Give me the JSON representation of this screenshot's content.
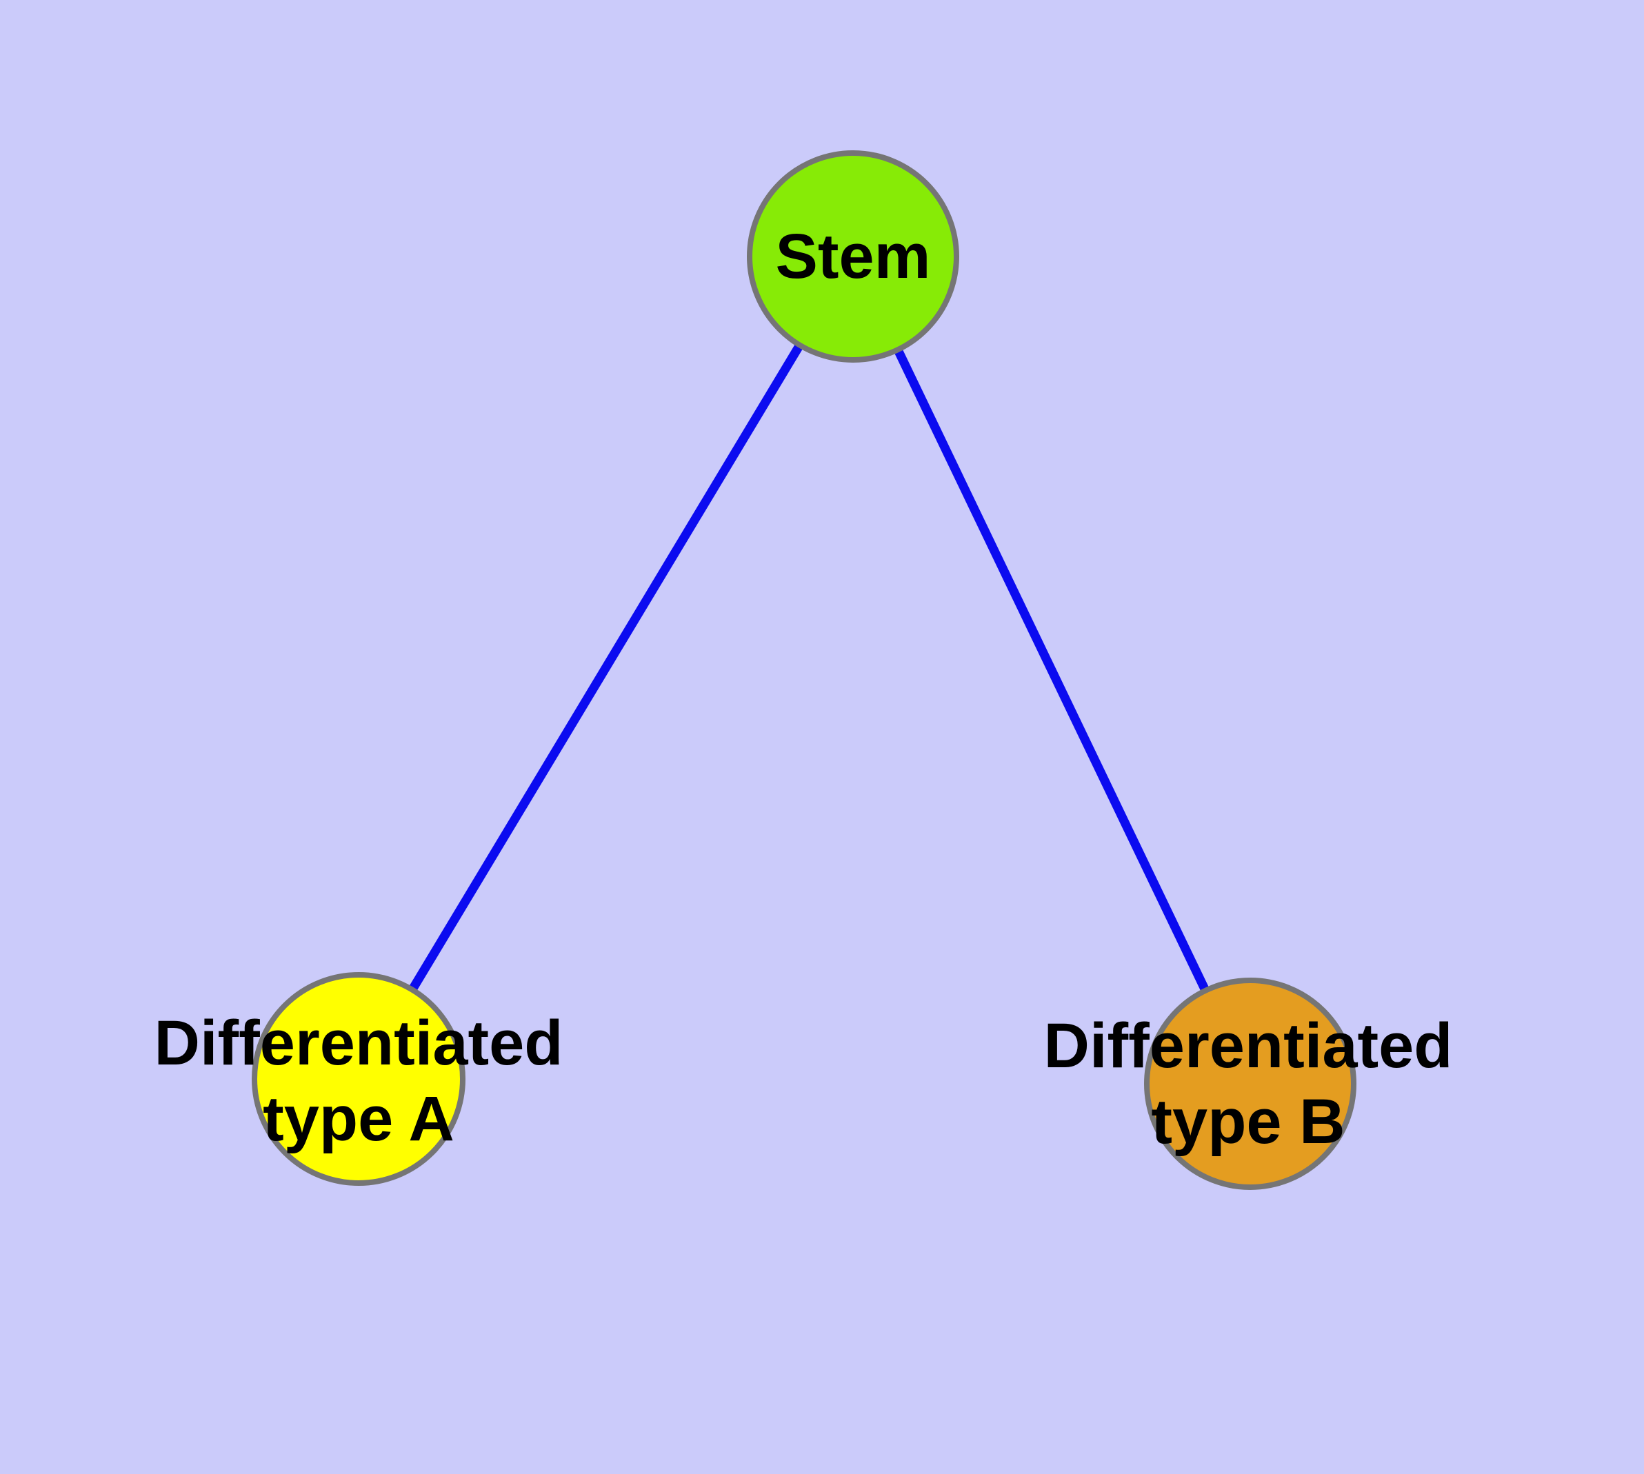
{
  "figure": {
    "background_color": "#cbcbfa",
    "edge_color": "#0b0bf0",
    "node_border_color": "#757575",
    "label_color": "#000000",
    "nodes": {
      "stem": {
        "label": "Stem",
        "fill": "#87eb06"
      },
      "type_a": {
        "label_line1": "Differentiated",
        "label_line2": "type A",
        "fill": "#ffff00"
      },
      "type_b": {
        "label_line1": "Differentiated",
        "label_line2": "type B",
        "fill": "#e49d20"
      }
    },
    "edges": [
      {
        "from": "Stem",
        "to": "Differentiated type A"
      },
      {
        "from": "Stem",
        "to": "Differentiated type B"
      }
    ]
  }
}
